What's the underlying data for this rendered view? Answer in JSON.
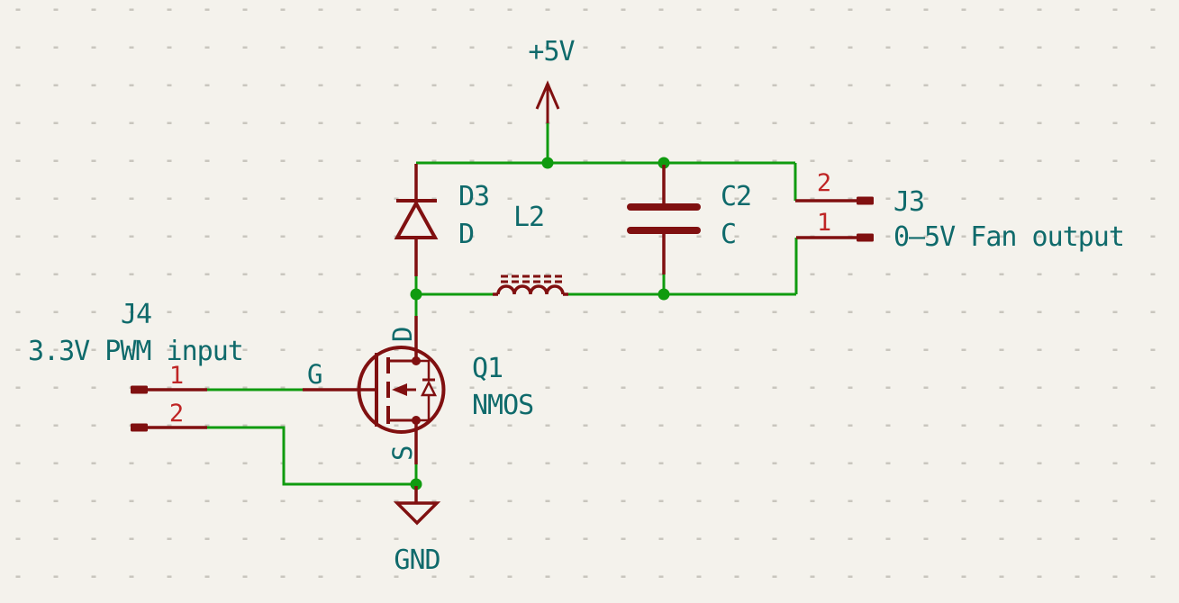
{
  "schematic": {
    "colors": {
      "wire": "#0F9B0F",
      "symbol": "#801010",
      "pinnum": "#BF2525",
      "label": "#0F6A6B",
      "background": "#F4F2EC",
      "grid": "#C9C6BE"
    },
    "power": {
      "vcc": "+5V",
      "gnd": "GND"
    },
    "components": {
      "d3": {
        "ref": "D3",
        "value": "D"
      },
      "l2": {
        "ref": "L2"
      },
      "c2": {
        "ref": "C2",
        "value": "C"
      },
      "q1": {
        "ref": "Q1",
        "value": "NMOS",
        "pin_g": "G",
        "pin_d": "D",
        "pin_s": "S"
      },
      "j3": {
        "ref": "J3",
        "label": "0–5V Fan output",
        "pin1": "1",
        "pin2": "2"
      },
      "j4": {
        "ref": "J4",
        "label": "3.3V PWM input",
        "pin1": "1",
        "pin2": "2"
      }
    }
  }
}
